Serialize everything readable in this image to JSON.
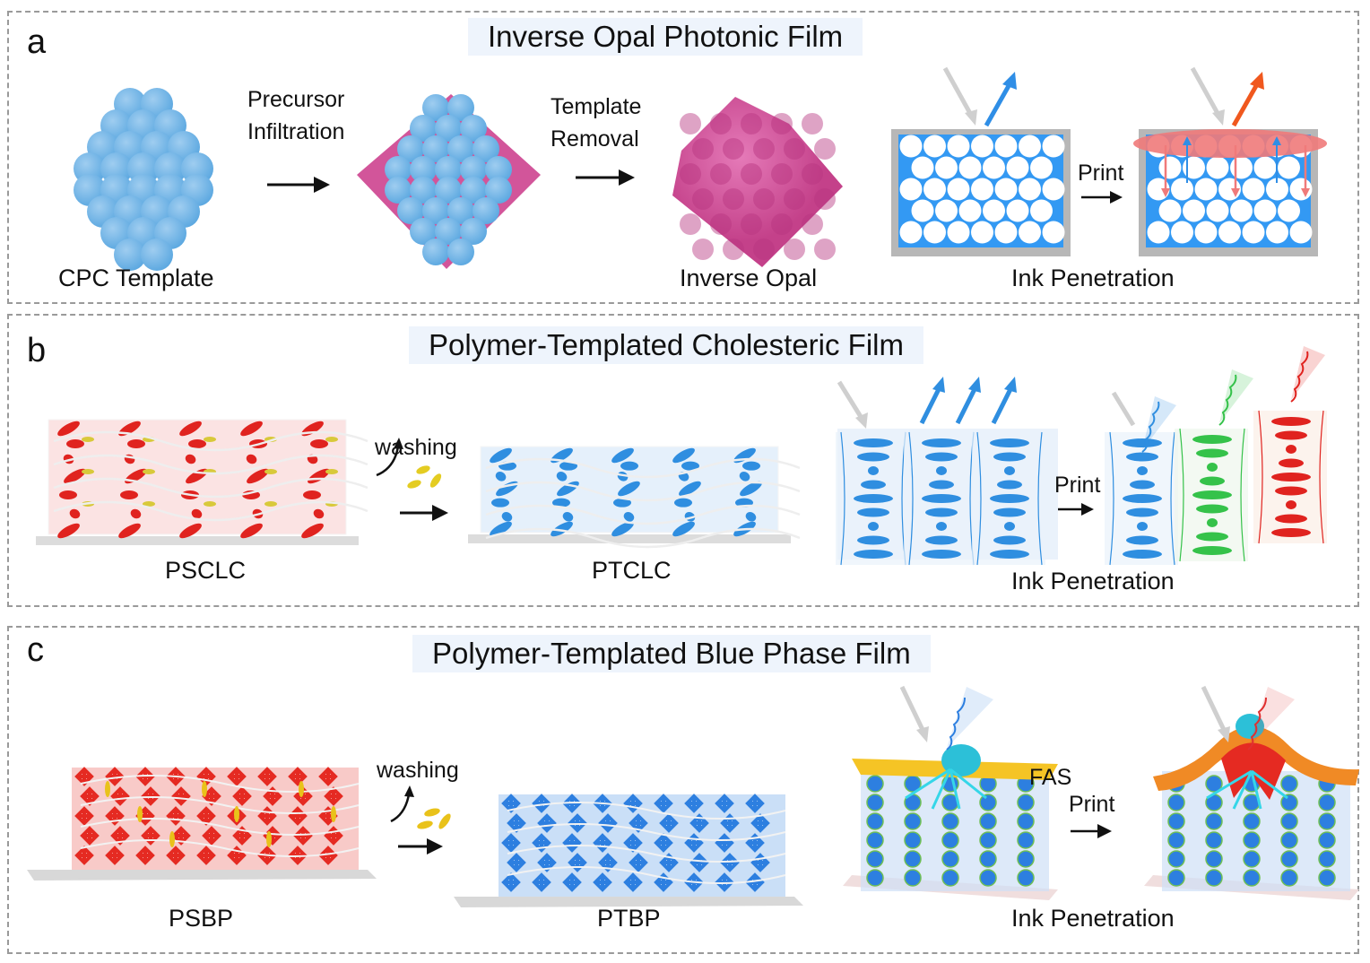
{
  "panels": {
    "a": {
      "letter": "a",
      "title": "Inverse Opal Photonic Film",
      "step1_label": "CPC Template",
      "arrow1_line1": "Precursor",
      "arrow1_line2": "Infiltration",
      "arrow2_line1": "Template",
      "arrow2_line2": "Removal",
      "step3_label": "Inverse Opal",
      "print_label": "Print",
      "ink_label": "Ink Penetration",
      "colors": {
        "sphere": "#5aa7e0",
        "opal": "#d2559a",
        "matrix": "#3399f3",
        "frame": "#b7b7b7",
        "ink": "#f07a7a",
        "reflect_before": "#2f8ee6",
        "reflect_after": "#f0581e"
      }
    },
    "b": {
      "letter": "b",
      "title": "Polymer-Templated Cholesteric Film",
      "step1_label": "PSCLC",
      "washing_label": "washing",
      "step2_label": "PTCLC",
      "print_label": "Print",
      "ink_label": "Ink Penetration",
      "colors": {
        "lc_red": "#e0231f",
        "lc_yellow": "#d8c93a",
        "lc_blue": "#2f8ee0",
        "green": "#35c24a"
      }
    },
    "c": {
      "letter": "c",
      "title": "Polymer-Templated Blue Phase Film",
      "step1_label": "PSBP",
      "washing_label": "washing",
      "step2_label": "PTBP",
      "fas_label": "FAS",
      "print_label": "Print",
      "ink_label": "Ink Penetration",
      "colors": {
        "bp_red": "#e52a22",
        "bp_blue": "#2d7fe0",
        "fas": "#f5c425",
        "droplet": "#2cc0d8"
      }
    }
  }
}
